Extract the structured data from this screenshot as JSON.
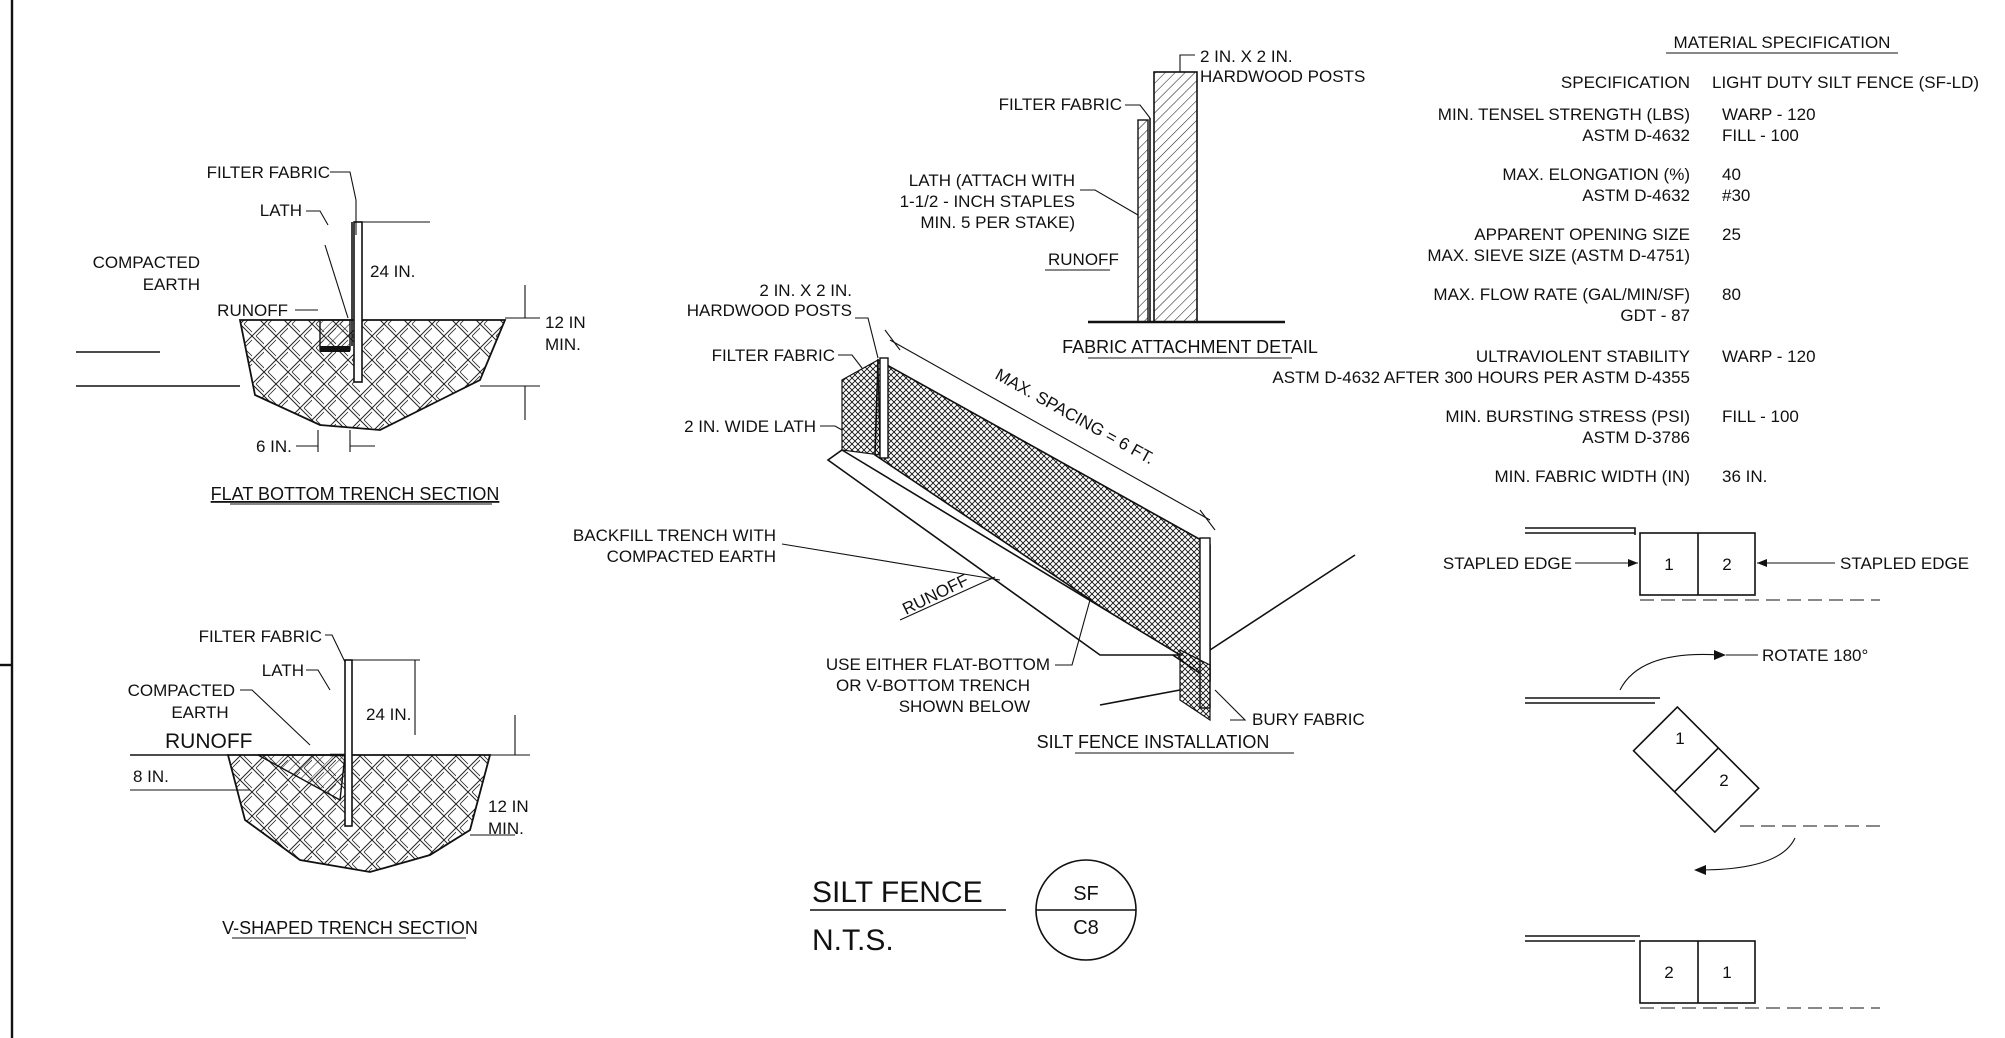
{
  "flat_trench": {
    "labels": {
      "filter_fabric": "FILTER FABRIC",
      "lath": "LATH",
      "compacted": "COMPACTED",
      "earth": "EARTH",
      "runoff": "RUNOFF",
      "dim_24": "24 IN.",
      "dim_12": "12 IN",
      "dim_min": "MIN.",
      "dim_6": "6 IN."
    },
    "title": "FLAT BOTTOM TRENCH SECTION"
  },
  "v_trench": {
    "labels": {
      "filter_fabric": "FILTER FABRIC",
      "lath": "LATH",
      "compacted": "COMPACTED",
      "earth": "EARTH",
      "runoff": "RUNOFF",
      "dim_24": "24 IN.",
      "dim_8": "8 IN.",
      "dim_12": "12 IN",
      "dim_min": "MIN."
    },
    "title": "V-SHAPED TRENCH SECTION"
  },
  "attachment": {
    "labels": {
      "posts_1": "2 IN. X 2 IN.",
      "posts_2": "HARDWOOD POSTS",
      "filter_fabric": "FILTER FABRIC",
      "lath_1": "LATH (ATTACH WITH",
      "lath_2": "1-1/2 - INCH STAPLES",
      "lath_3": "MIN. 5 PER STAKE)",
      "runoff": "RUNOFF"
    },
    "title": "FABRIC ATTACHMENT DETAIL"
  },
  "installation": {
    "labels": {
      "posts_1": "2 IN. X 2 IN.",
      "posts_2": "HARDWOOD POSTS",
      "filter_fabric": "FILTER FABRIC",
      "wide_lath": "2 IN. WIDE LATH",
      "spacing": "MAX. SPACING = 6 FT.",
      "backfill_1": "BACKFILL TRENCH WITH",
      "backfill_2": "COMPACTED EARTH",
      "runoff": "RUNOFF",
      "either_1": "USE EITHER FLAT-BOTTOM",
      "either_2": "OR V-BOTTOM TRENCH",
      "either_3": "SHOWN BELOW",
      "bury": "BURY FABRIC"
    },
    "title": "SILT FENCE INSTALLATION"
  },
  "spec": {
    "title": "MATERIAL SPECIFICATION",
    "header_left": "SPECIFICATION",
    "header_right": "LIGHT DUTY SILT FENCE (SF-LD)",
    "rows": [
      {
        "l1": "MIN. TENSEL STRENGTH (LBS)",
        "l2": "ASTM D-4632",
        "v1": "WARP - 120",
        "v2": "FILL - 100"
      },
      {
        "l1": "MAX. ELONGATION (%)",
        "l2": "ASTM D-4632",
        "v1": "40",
        "v2": "#30"
      },
      {
        "l1": "APPARENT OPENING SIZE",
        "l2": "MAX. SIEVE SIZE (ASTM D-4751)",
        "v1": "25",
        "v2": ""
      },
      {
        "l1": "MAX. FLOW RATE (GAL/MIN/SF)",
        "l2": "GDT - 87",
        "v1": "80",
        "v2": ""
      },
      {
        "l1": "ULTRAVIOLENT STABILITY",
        "l2": "ASTM D-4632 AFTER 300 HOURS PER ASTM D-4355",
        "v1": "WARP - 120",
        "v2": ""
      },
      {
        "l1": "MIN. BURSTING STRESS (PSI)",
        "l2": "ASTM D-3786",
        "v1": "FILL - 100",
        "v2": ""
      },
      {
        "l1": "MIN. FABRIC WIDTH (IN)",
        "l2": "",
        "v1": "36 IN.",
        "v2": ""
      }
    ]
  },
  "joint": {
    "stapled_edge_left": "STAPLED EDGE",
    "stapled_edge_right": "STAPLED EDGE",
    "rotate": "ROTATE 180°",
    "panel_a": "1",
    "panel_b": "2"
  },
  "title_block": {
    "name": "SILT FENCE",
    "scale": "N.T.S.",
    "symbol_top": "SF",
    "symbol_bottom": "C8"
  }
}
